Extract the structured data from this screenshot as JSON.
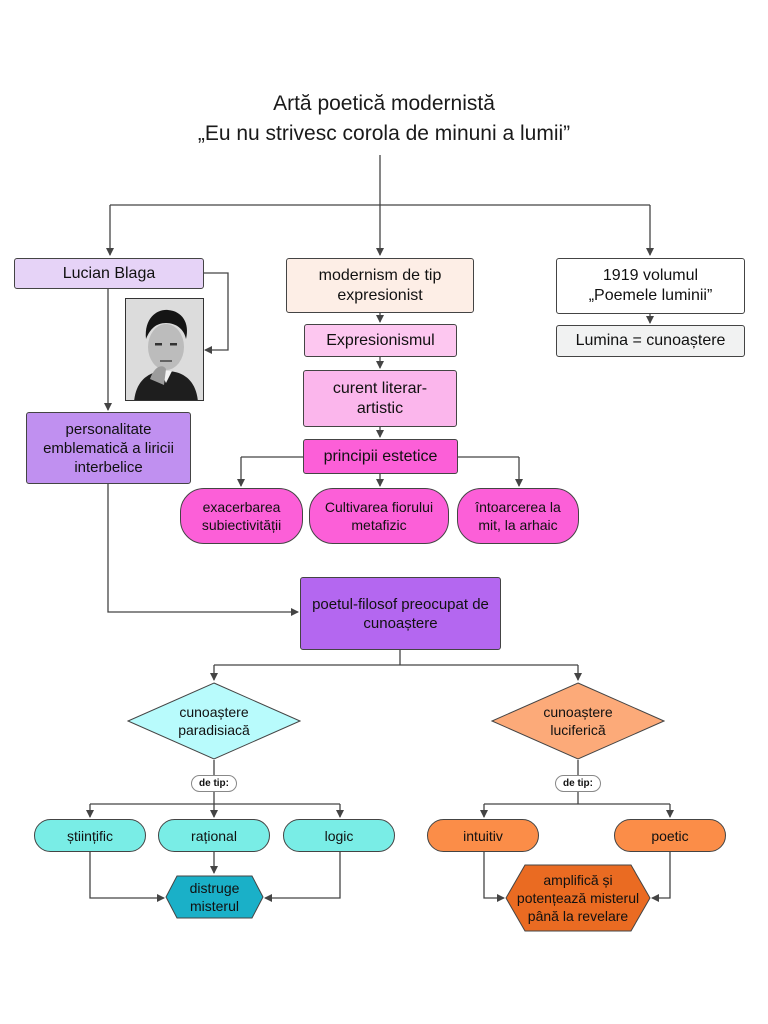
{
  "title": {
    "line1": "Artă poetică modernistă",
    "line2": "„Eu nu strivesc corola de minuni a lumii”"
  },
  "left": {
    "author": "Lucian Blaga",
    "portrait": "portrait-photo",
    "personality": "personalitate emblematică a liricii interbelice"
  },
  "center": {
    "movement": "modernism de tip expresionist",
    "expressionism": "Expresionismul",
    "current": "curent literar-artistic",
    "principles": "principii estetice",
    "principle_items": [
      "exacerbarea subiectivității",
      "Cultivarea fiorului metafizic",
      "întoarcerea la mit, la arhaic"
    ]
  },
  "right": {
    "volume_line1": "1919 volumul",
    "volume_line2": "„Poemele luminii”",
    "light": "Lumina = cunoaștere"
  },
  "poet": "poetul-filosof preocupat de cunoaștere",
  "paradisiac": {
    "label_line1": "cunoaștere",
    "label_line2": "paradisiacă",
    "tag": "de tip:",
    "types": [
      "științific",
      "rațional",
      "logic"
    ],
    "result_line1": "distruge",
    "result_line2": "misterul"
  },
  "luciferic": {
    "label_line1": "cunoaștere",
    "label_line2": "luciferică",
    "tag": "de tip:",
    "types": [
      "intuitiv",
      "poetic"
    ],
    "result_line1": "amplifică și",
    "result_line2": "potențează misterul",
    "result_line3": "până la revelare"
  },
  "colors": {
    "lavender": "#e6d3f7",
    "violet": "#c090f0",
    "purple": "#b467f0",
    "peach": "#fdeee6",
    "pink_light": "#fdc7f0",
    "pink_mid": "#fbb6ec",
    "magenta": "#fc5fd8",
    "cyan_light": "#b8fbfc",
    "cyan": "#79ede6",
    "teal": "#1ab0c8",
    "salmon": "#fcaa79",
    "orange": "#fb8d48",
    "orange_dark": "#ea6b22",
    "gray_light": "#f1f2f2"
  }
}
